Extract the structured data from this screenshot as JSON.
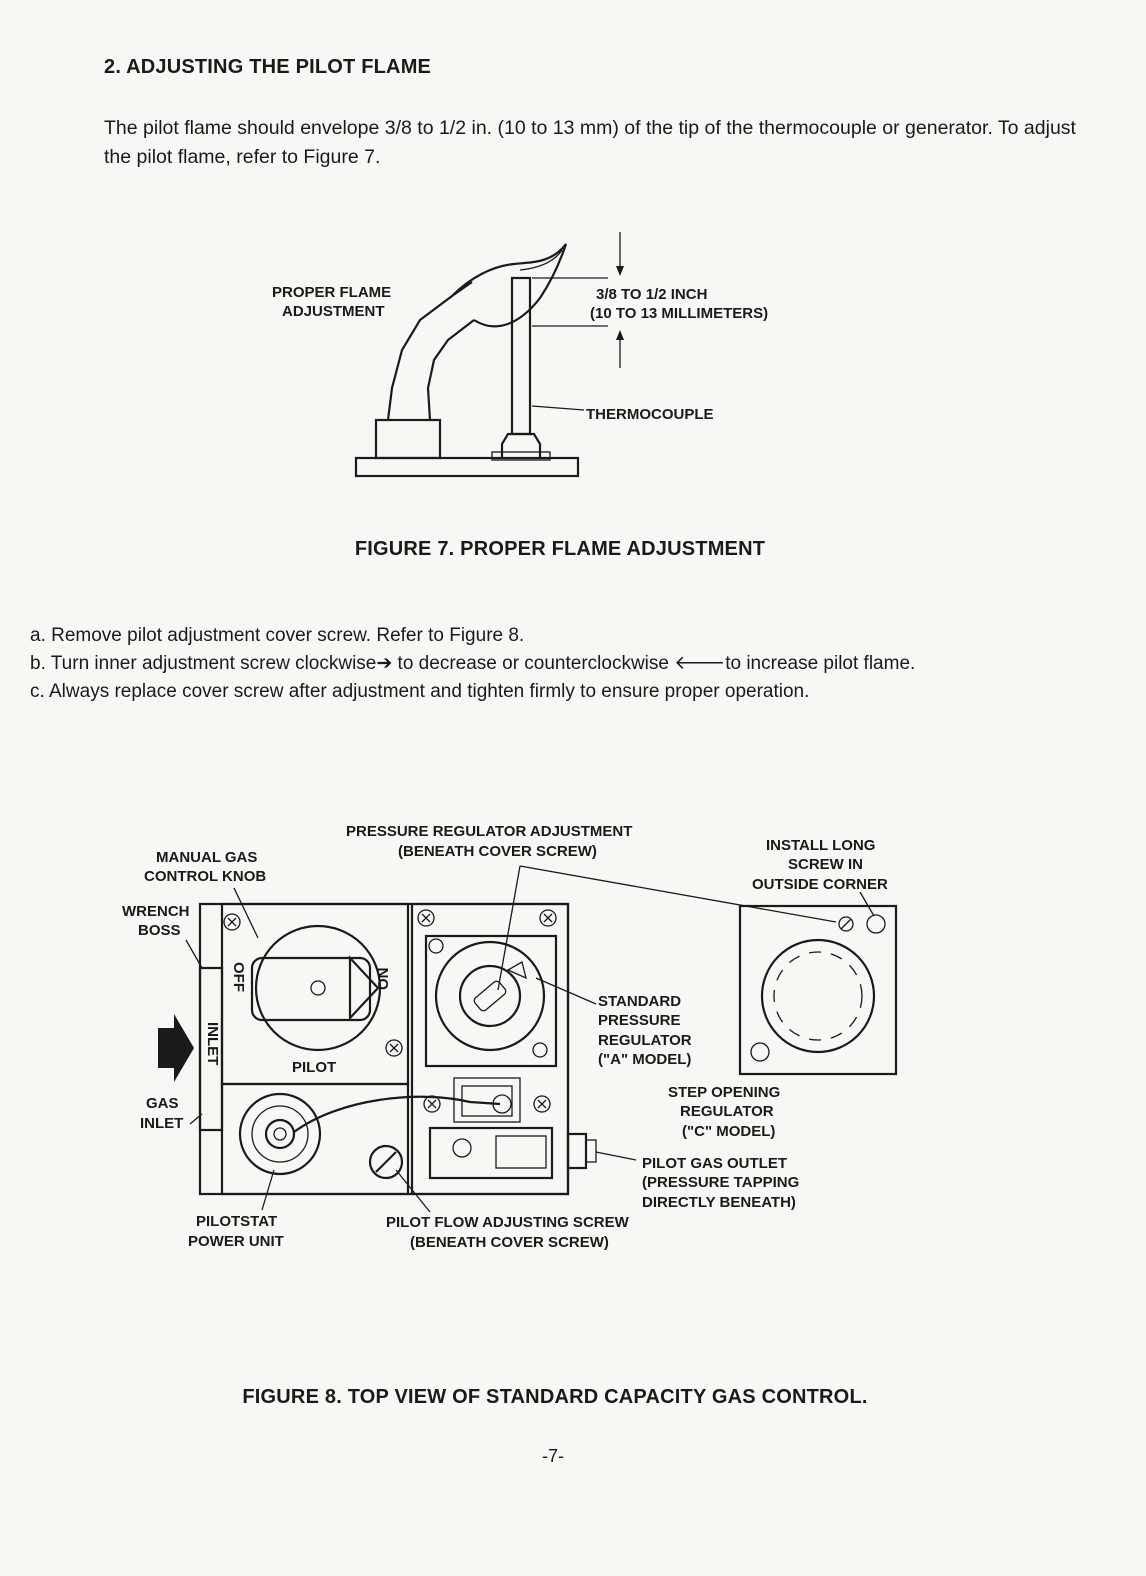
{
  "section": {
    "heading": "2. ADJUSTING THE PILOT FLAME",
    "intro": "The pilot flame should envelope 3/8 to 1/2 in. (10 to 13 mm) of the tip of the thermocouple or generator. To adjust the pilot flame, refer to Figure 7."
  },
  "figure7": {
    "caption": "FIGURE 7. PROPER FLAME ADJUSTMENT",
    "labels": {
      "flame_line1": "PROPER FLAME",
      "flame_line2": "ADJUSTMENT",
      "dim_line1": "3/8 TO 1/2 INCH",
      "dim_line2": "(10 TO 13 MILLIMETERS)",
      "thermocouple": "THERMOCOUPLE"
    }
  },
  "steps": [
    "a. Remove pilot adjustment cover screw. Refer to Figure 8.",
    "b. Turn inner adjustment screw clockwise➔ to decrease or counterclockwise 🡐to increase pilot flame.",
    "c. Always replace cover screw after adjustment and tighten firmly to ensure proper operation."
  ],
  "figure8": {
    "caption": "FIGURE 8. TOP VIEW OF STANDARD CAPACITY GAS CONTROL.",
    "labels": {
      "manual_knob_1": "MANUAL GAS",
      "manual_knob_2": "CONTROL KNOB",
      "pressure_adj_1": "PRESSURE REGULATOR ADJUSTMENT",
      "pressure_adj_2": "(BENEATH COVER SCREW)",
      "install_1": "INSTALL LONG",
      "install_2": "SCREW IN",
      "install_3": "OUTSIDE CORNER",
      "wrench_1": "WRENCH",
      "wrench_2": "BOSS",
      "off": "OFF",
      "on": "ON",
      "inlet": "INLET",
      "pilot": "PILOT",
      "gas_inlet_1": "GAS",
      "gas_inlet_2": "INLET",
      "std_reg_1": "STANDARD",
      "std_reg_2": "PRESSURE",
      "std_reg_3": "REGULATOR",
      "std_reg_4": "(\"A\" MODEL)",
      "step_1": "STEP OPENING",
      "step_2": "REGULATOR",
      "step_3": "(\"C\" MODEL)",
      "outlet_1": "PILOT GAS OUTLET",
      "outlet_2": "(PRESSURE TAPPING",
      "outlet_3": "DIRECTLY BENEATH)",
      "pilotstat_1": "PILOTSTAT",
      "pilotstat_2": "POWER UNIT",
      "flow_1": "PILOT FLOW ADJUSTING SCREW",
      "flow_2": "(BENEATH COVER SCREW)"
    }
  },
  "page_number": "-7-"
}
